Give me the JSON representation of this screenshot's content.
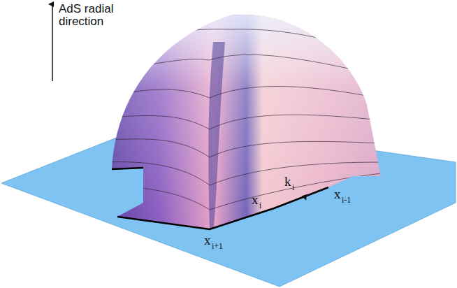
{
  "diagram": {
    "labels": [
      "AdS radial direction",
      "k",
      "i",
      "x",
      "i-1",
      "x",
      "i",
      "x",
      "i+1"
    ]
  }
}
